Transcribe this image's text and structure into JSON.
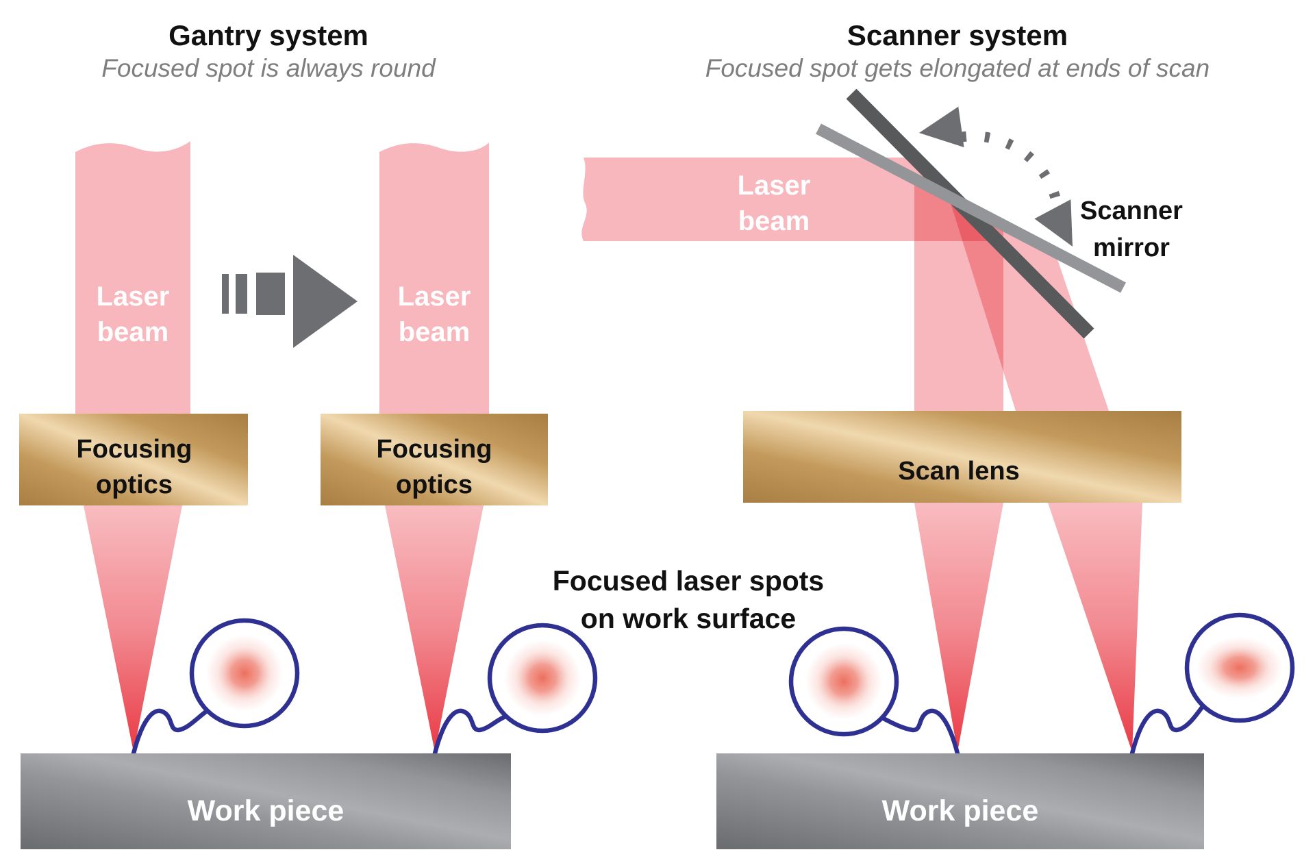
{
  "titles": {
    "gantry": {
      "title": "Gantry system",
      "subtitle": "Focused spot is always round"
    },
    "scanner": {
      "title": "Scanner system",
      "subtitle": "Focused spot gets elongated at ends of scan"
    }
  },
  "labels": {
    "laser_beam_line1": "Laser",
    "laser_beam_line2": "beam",
    "focusing_optics_line1": "Focusing",
    "focusing_optics_line2": "optics",
    "scan_lens": "Scan lens",
    "scanner_mirror_line1": "Scanner",
    "scanner_mirror_line2": "mirror",
    "focused_spots_line1": "Focused laser spots",
    "focused_spots_line2": "on work surface",
    "work_piece": "Work piece"
  },
  "colors": {
    "title_black": "#111111",
    "subtitle_gray": "#7E7E7E",
    "beam_pink": "#F8B7BC",
    "cone_top": "#F8BCC0",
    "cone_mid": "#F28A91",
    "cone_tip": "#E93A44",
    "gold_dark": "#A87E44",
    "gold_mid": "#C39A5C",
    "gold_light": "#F0D8AE",
    "steel_dark": "#6A6B6E",
    "steel_mid": "#939598",
    "steel_light": "#ABADB0",
    "mirror_dark": "#58595B",
    "mirror_light": "#939598",
    "arrow_gray": "#6D6E71",
    "magnifier_blue": "#2E3192",
    "spot_core": "#EC6F5F",
    "spot_mid": "#F08B7E",
    "spot_halo": "#F7C3BC"
  }
}
